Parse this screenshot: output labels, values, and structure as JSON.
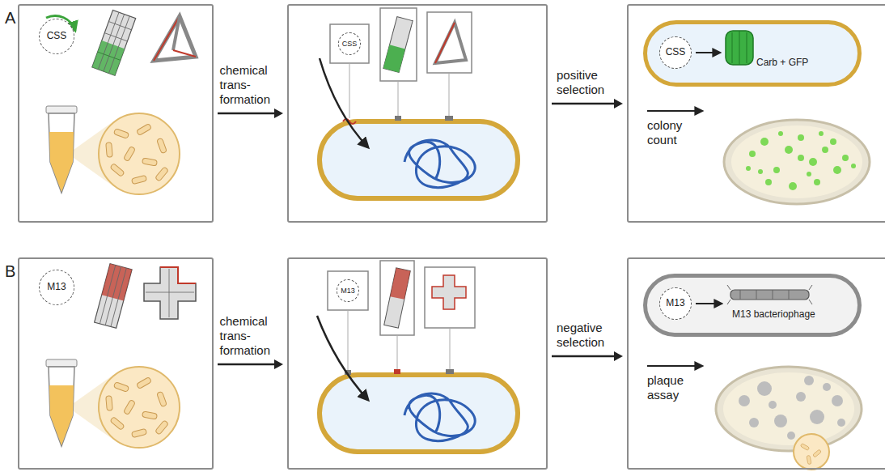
{
  "diagram": {
    "nodes": [
      {
        "text": [
          "A"
        ]
      },
      {
        "text": [
          "CSS"
        ],
        "in": 0
      },
      {
        "text": []
      },
      {
        "text": [
          "CSS"
        ],
        "in": 2
      },
      {
        "text": []
      },
      {
        "text": [
          "Carb + GFP"
        ],
        "in": 4
      },
      {
        "text": [
          "CSS"
        ],
        "in": 5
      },
      {
        "text": [
          "B"
        ]
      },
      {
        "text": [
          "M13"
        ],
        "in": 7
      },
      {
        "text": []
      },
      {
        "text": [
          "M13"
        ],
        "in": 9
      },
      {
        "text": []
      },
      {
        "text": [
          "M13 bacteriophage"
        ],
        "in": 11
      },
      {
        "text": [
          "M13"
        ],
        "in": 12
      }
    ],
    "edges": [
      {
        "from": 0,
        "to": 2,
        "arrow": "to",
        "label": "chemical trans- formation"
      },
      {
        "from": 2,
        "to": 4,
        "arrow": "to",
        "label": "positive selection"
      },
      {
        "from": 7,
        "to": 9,
        "arrow": "to",
        "label": "chemical trans- formation"
      },
      {
        "from": 9,
        "to": 11,
        "arrow": "to",
        "label": "negative selection"
      }
    ],
    "labels": [
      "colony count",
      "plaque assay"
    ]
  }
}
